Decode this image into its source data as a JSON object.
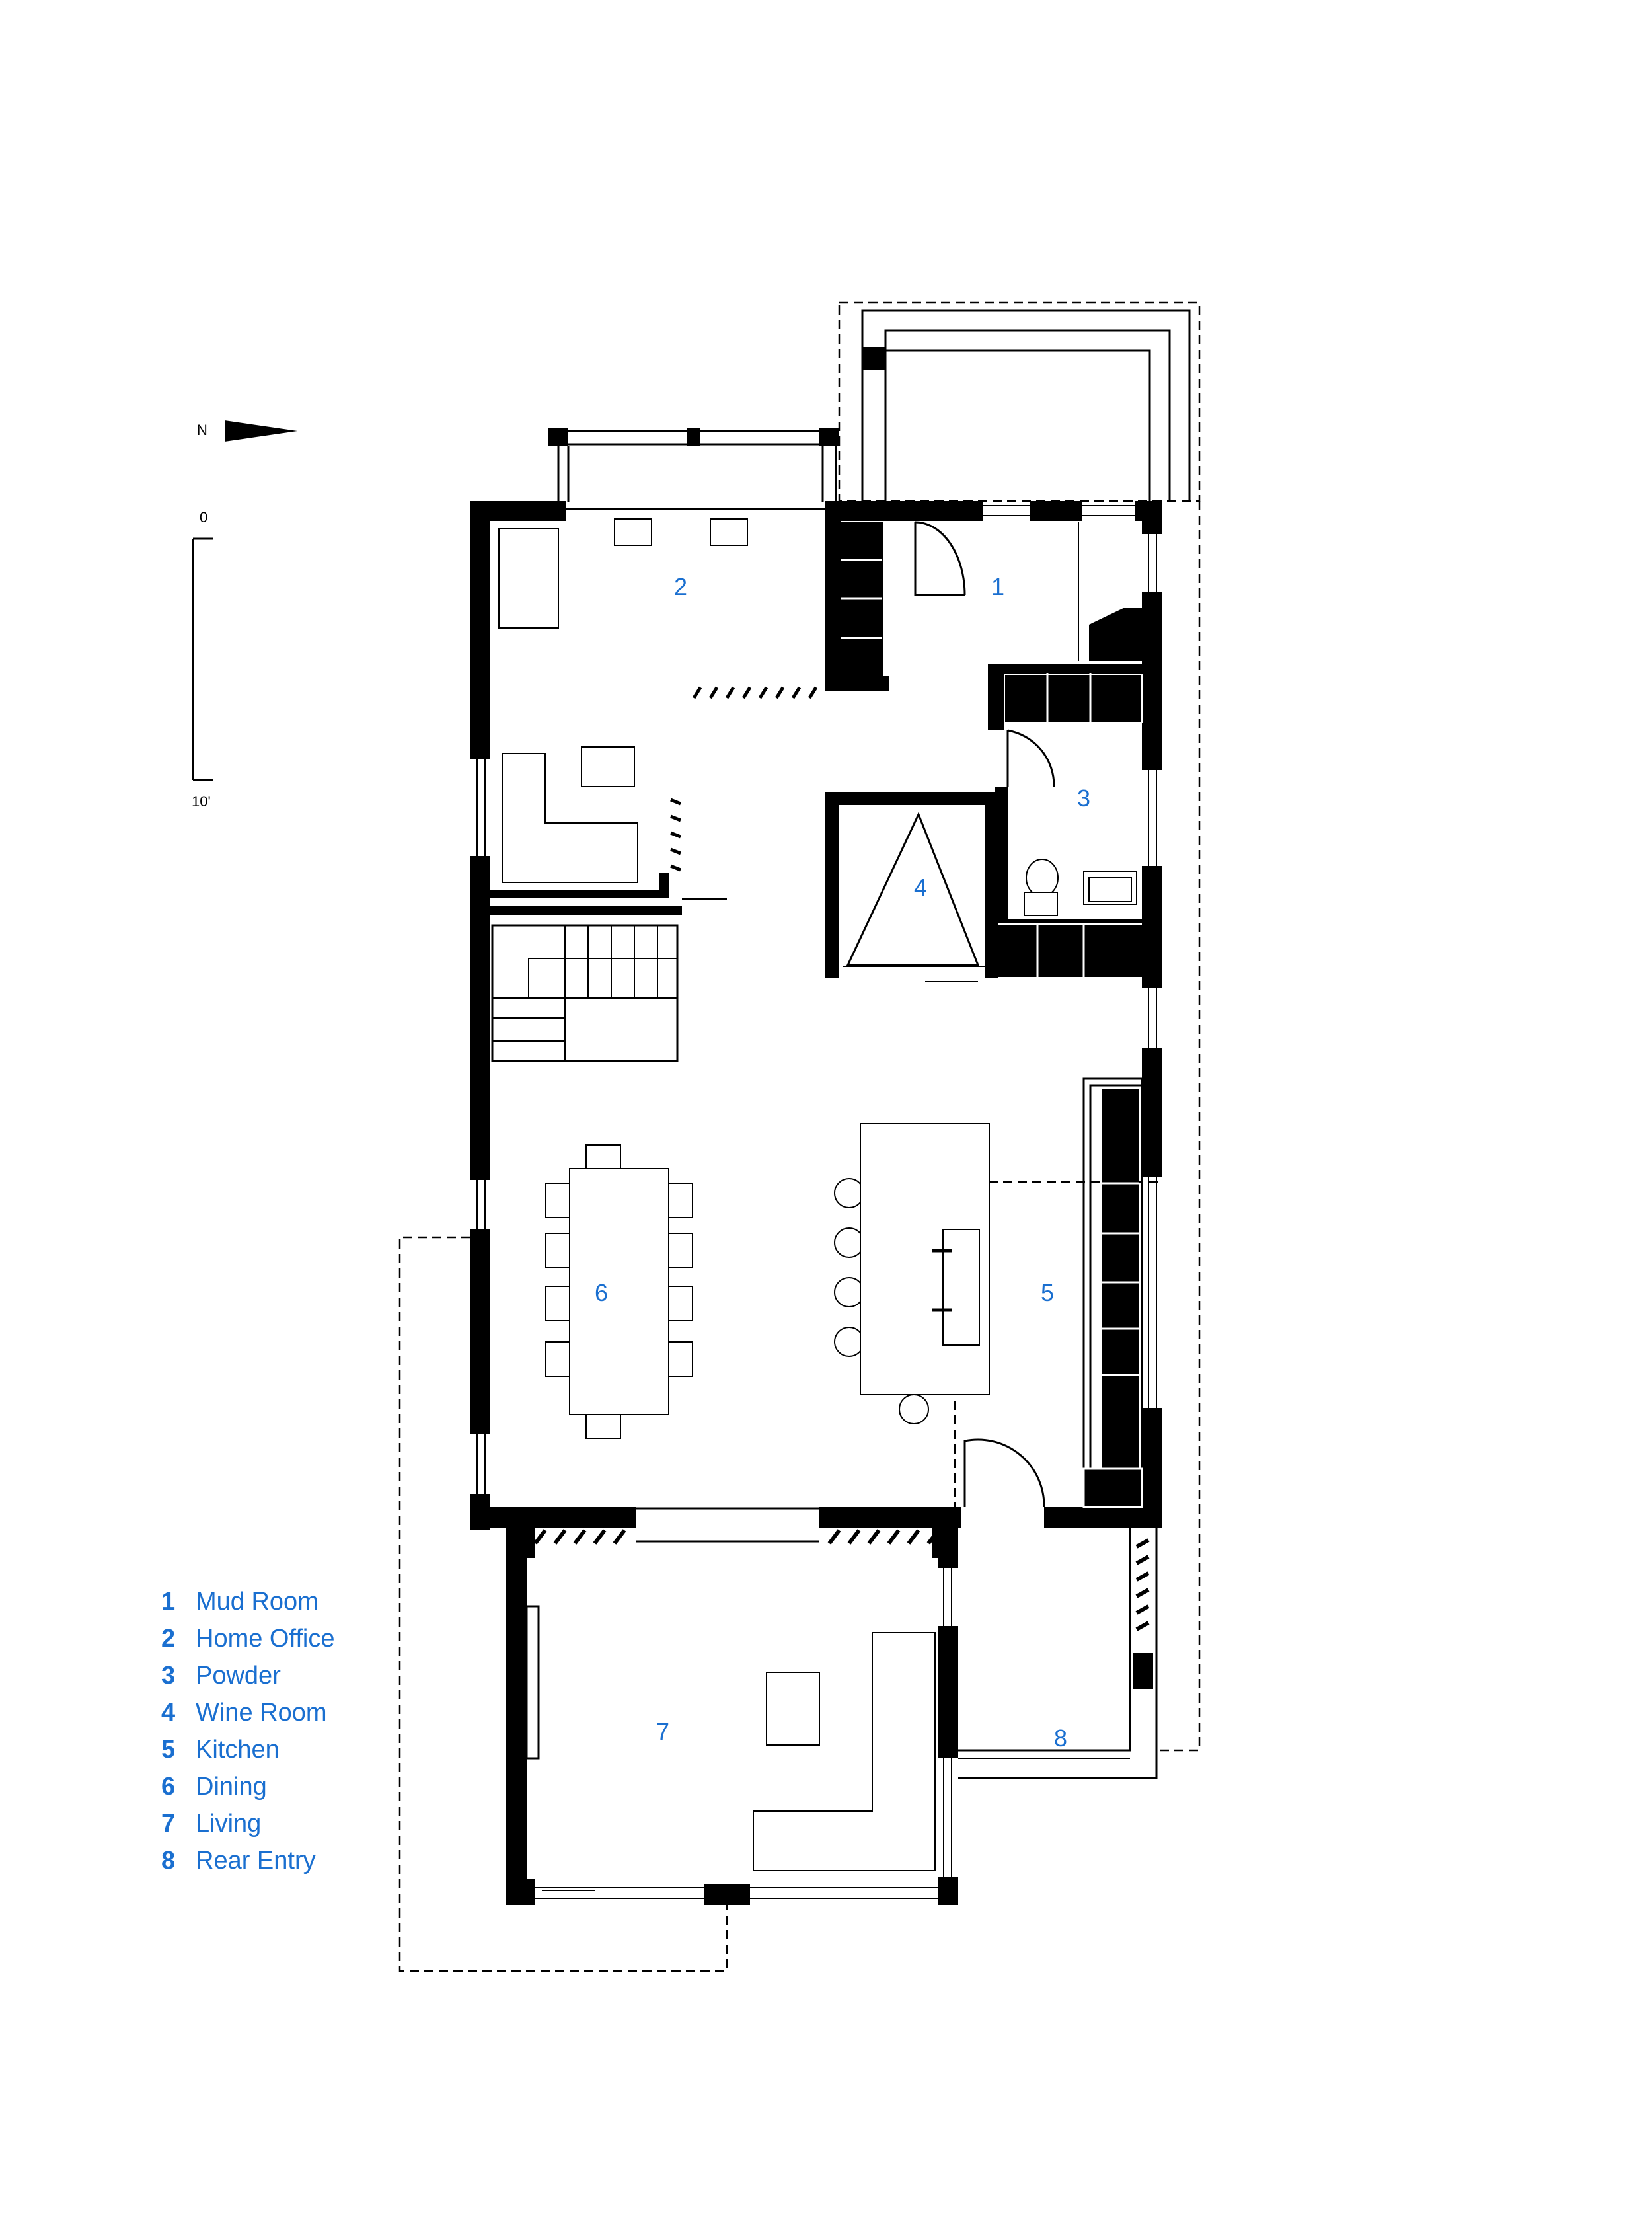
{
  "compass": {
    "label": "N"
  },
  "scale_bar": {
    "start_label": "0",
    "end_label": "10'"
  },
  "rooms": [
    {
      "number": "1",
      "name": "Mud Room"
    },
    {
      "number": "2",
      "name": "Home Office"
    },
    {
      "number": "3",
      "name": "Powder"
    },
    {
      "number": "4",
      "name": "Wine Room"
    },
    {
      "number": "5",
      "name": "Kitchen"
    },
    {
      "number": "6",
      "name": "Dining"
    },
    {
      "number": "7",
      "name": "Living"
    },
    {
      "number": "8",
      "name": "Rear Entry"
    }
  ],
  "colors": {
    "label_blue": "#1a6fd0",
    "wall": "#000000"
  }
}
